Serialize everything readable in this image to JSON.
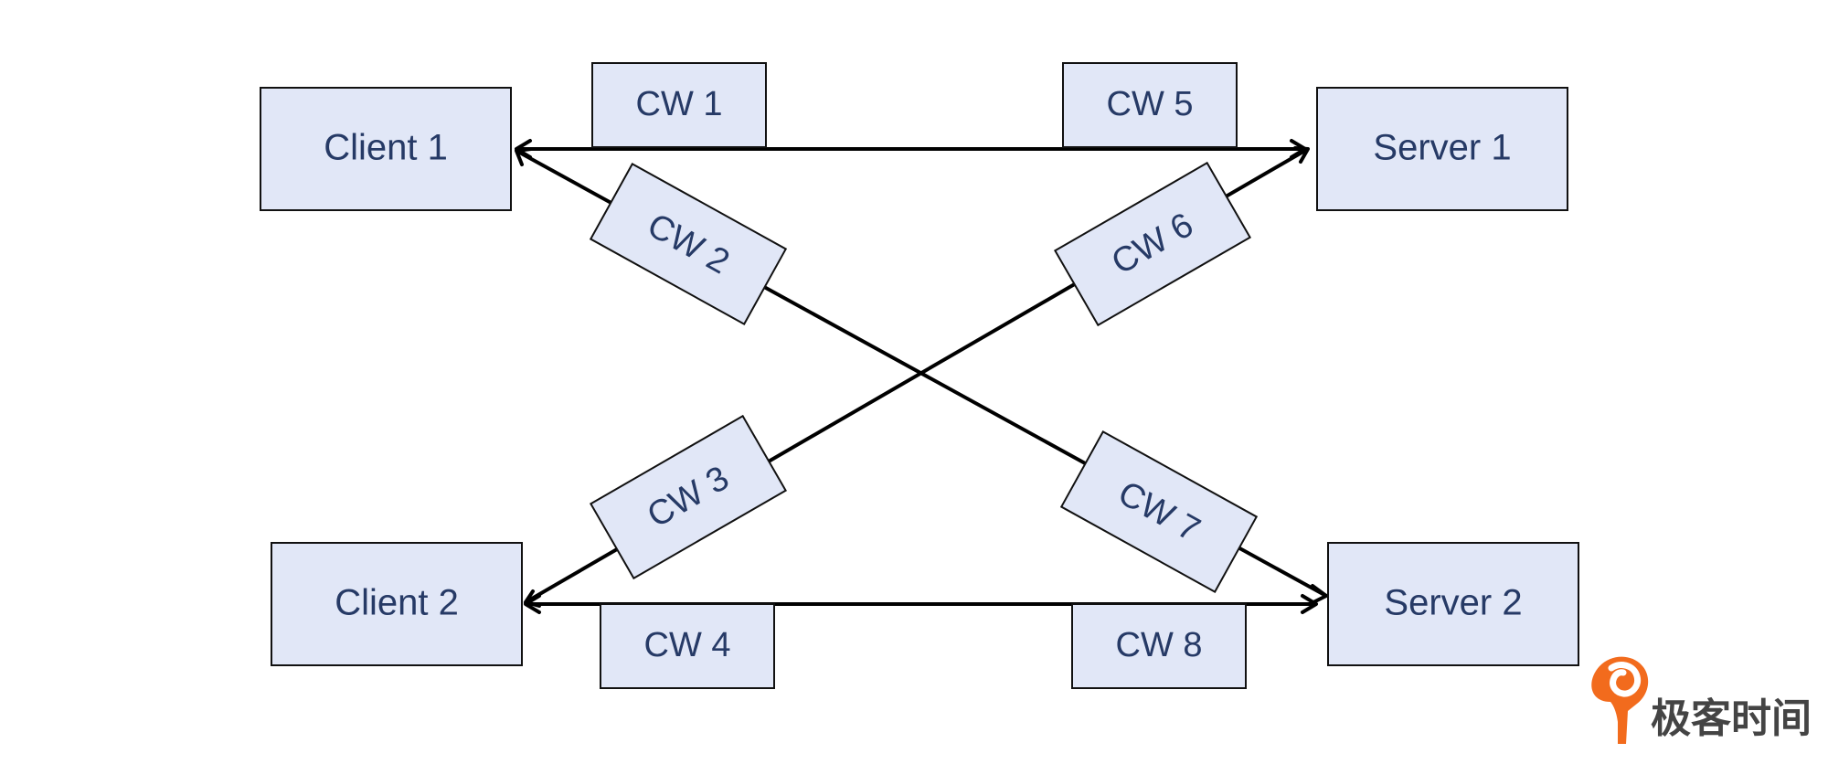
{
  "nodes": {
    "client_1": "Client 1",
    "client_2": "Client 2",
    "server_1": "Server 1",
    "server_2": "Server 2"
  },
  "connections": {
    "cw_1": "CW 1",
    "cw_2": "CW 2",
    "cw_3": "CW 3",
    "cw_4": "CW 4",
    "cw_5": "CW 5",
    "cw_6": "CW 6",
    "cw_7": "CW 7",
    "cw_8": "CW 8"
  },
  "branding": {
    "name": "极客时间",
    "logo_icon": "geektime-logo-icon",
    "logo_color": "#f26b1d"
  },
  "colors": {
    "box_fill": "#e1e7f7",
    "text": "#263a66",
    "line": "#000000"
  }
}
